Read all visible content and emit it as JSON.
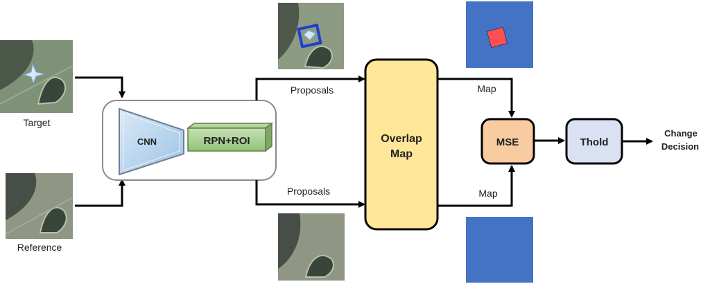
{
  "images": {
    "target": {
      "label": "Target"
    },
    "reference": {
      "label": "Reference"
    }
  },
  "network": {
    "cnn": "CNN",
    "rpn_roi": "RPN+ROI"
  },
  "edges": {
    "proposals_top": "Proposals",
    "proposals_bottom": "Proposals",
    "map_top": "Map",
    "map_bottom": "Map"
  },
  "overlap": {
    "line1": "Overlap",
    "line2": "Map"
  },
  "mse": "MSE",
  "thold": "Thold",
  "output": {
    "line1": "Change",
    "line2": "Decision"
  },
  "colors": {
    "overlap_fill": "#ffe699",
    "mse_fill": "#f8cba1",
    "thold_fill": "#d9e1f2",
    "cnn_fill": "#bdd7ee",
    "rpn_fill": "#a9d18e",
    "map_blue": "#4472c4",
    "map_red": "#ff5050",
    "proposal_box": "#1f3fd0"
  }
}
